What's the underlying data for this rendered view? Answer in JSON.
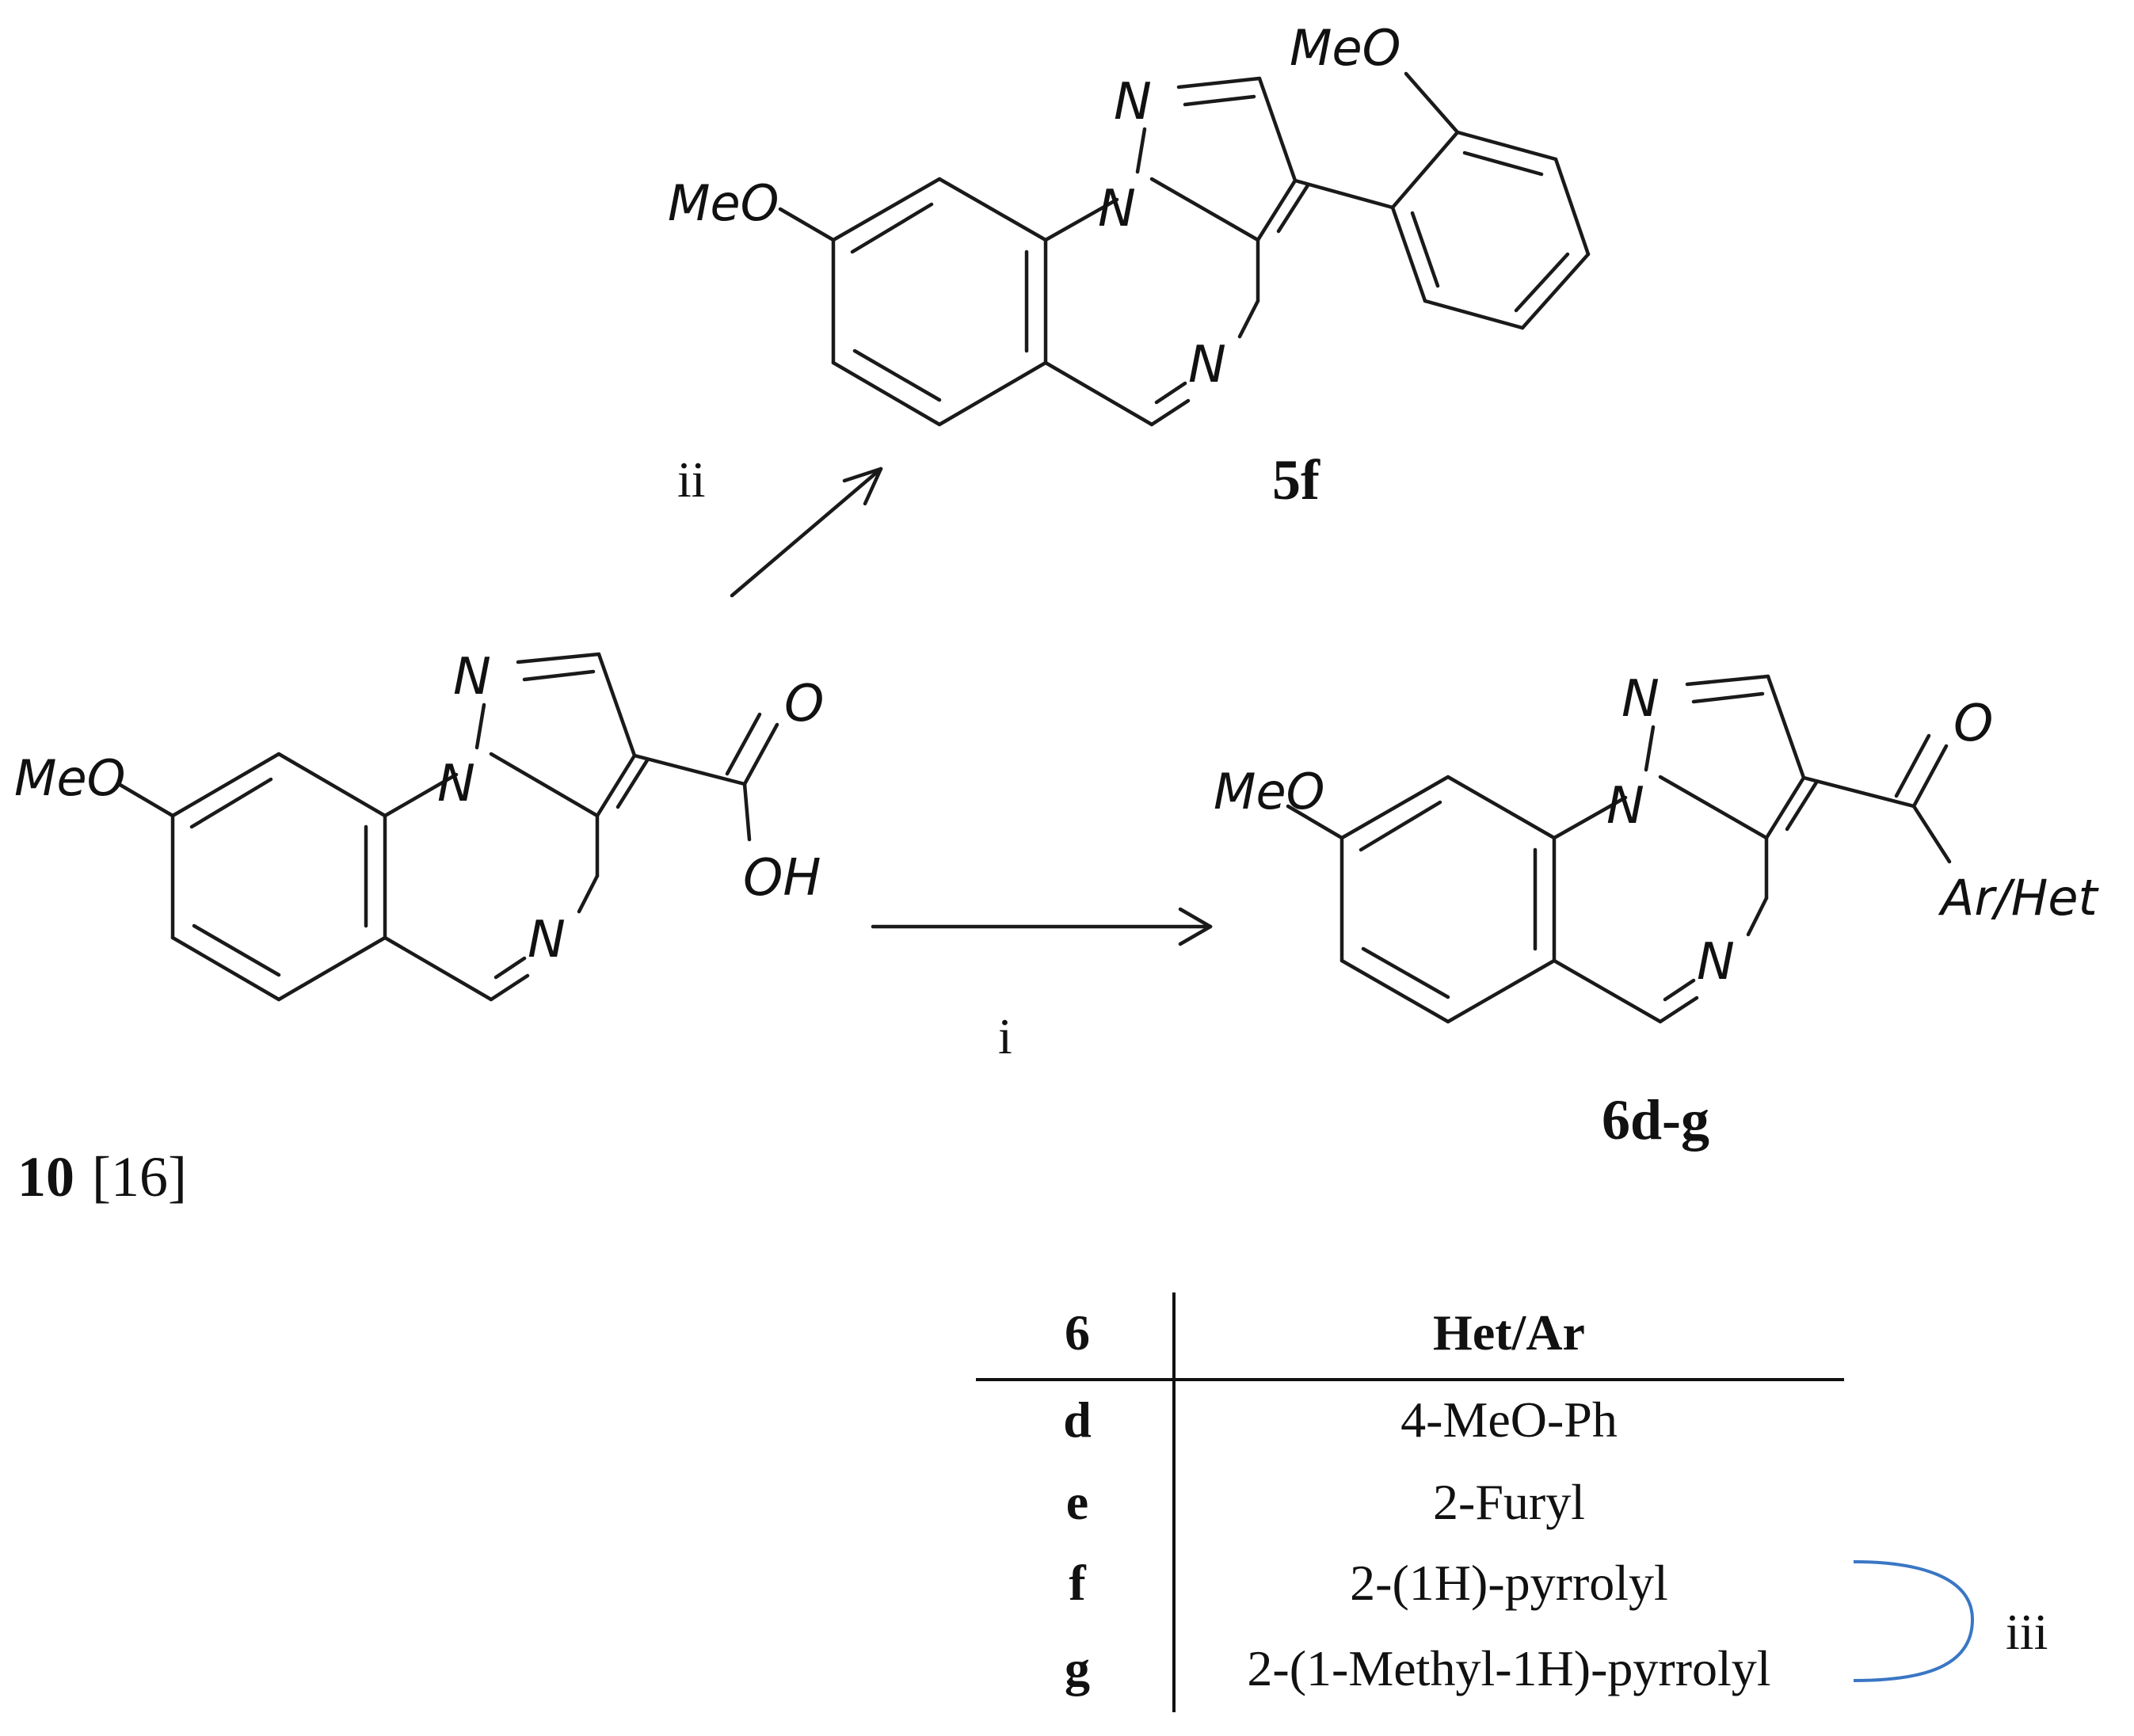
{
  "compounds": {
    "top": {
      "label": "5f",
      "substituent_top": "MeO",
      "methoxy": "MeO",
      "atoms": [
        "N",
        "N",
        "N"
      ]
    },
    "left": {
      "label_num": "10",
      "label_ref": "[16]",
      "methoxy": "MeO",
      "carbonyl_o": "O",
      "hydroxyl": "OH",
      "atoms": [
        "N",
        "N",
        "N"
      ]
    },
    "right": {
      "label": "6d-g",
      "methoxy": "MeO",
      "carbonyl_o": "O",
      "substituent": "Ar/Het",
      "atoms": [
        "N",
        "N",
        "N"
      ]
    }
  },
  "conditions": {
    "step_i": "i",
    "step_ii": "ii",
    "step_iii": "iii"
  },
  "table": {
    "headers": [
      "6",
      "Het/Ar"
    ],
    "rows": [
      {
        "id": "d",
        "group": "4-MeO-Ph"
      },
      {
        "id": "e",
        "group": "2-Furyl"
      },
      {
        "id": "f",
        "group": "2-(1H)-pyrrolyl"
      },
      {
        "id": "g",
        "group": "2-(1-Methyl-1H)-pyrrolyl"
      }
    ]
  },
  "colors": {
    "ink": "#1a1a1a",
    "bracket": "#3a76c4"
  }
}
